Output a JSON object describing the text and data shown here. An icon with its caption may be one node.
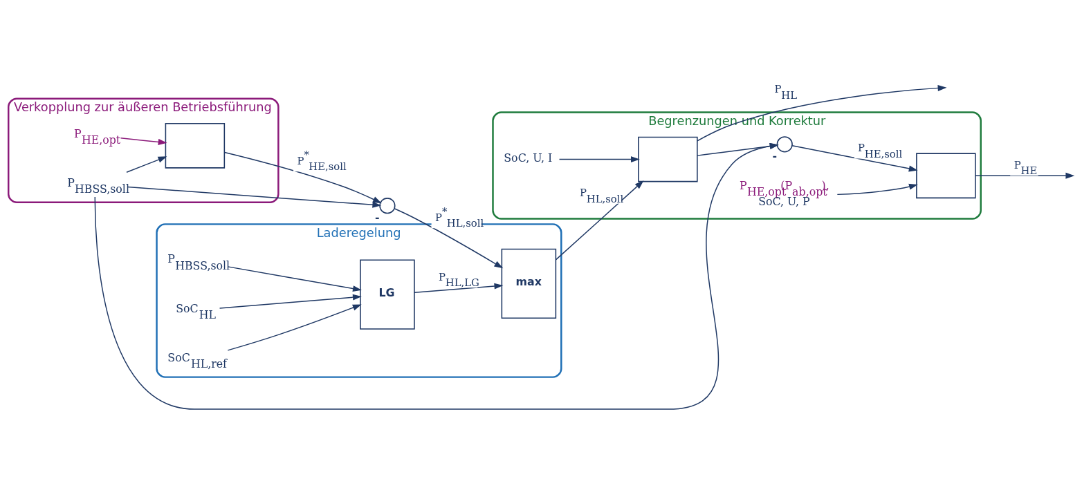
{
  "diagram": {
    "nodes": [
      {
        "text": [
          "Laderegelung"
        ]
      },
      {
        "text": [
          "P$_{HBSS,soll}$"
        ],
        "in": 0
      },
      {
        "text": [
          "SoC$_{HL}$"
        ],
        "in": 0
      },
      {
        "text": [
          "SoC$_{HL,ref}$"
        ],
        "in": 0
      },
      {
        "text": [
          "LG"
        ],
        "in": 0
      },
      {
        "text": [
          "Begrenzungen und Korrektur"
        ]
      },
      {
        "text": [
          "SoC, U, I"
        ],
        "in": 5
      },
      {
        "text": [
          "Verkopplung zur äußeren Betriebsführung"
        ]
      },
      {
        "text": [
          "P$_{HE,opt}$"
        ],
        "in": 7
      },
      {
        "text": [
          "max"
        ],
        "in": 0
      },
      {
        "text": [],
        "shape": "box",
        "in": 5
      },
      {
        "text": [
          "P$_{HBSS,soll}$"
        ],
        "in": 7
      },
      {
        "text": [],
        "shape": "box",
        "in": 7
      },
      {
        "text": [],
        "shape": "circle",
        "beside": [
          "-"
        ]
      },
      {
        "text": [
          "P$_{HE,opt}$(P$_{ab,opt}$),",
          "SoC, U, P"
        ],
        "in": 5
      },
      {
        "text": [],
        "shape": "circle",
        "beside": [
          "-"
        ],
        "in": 5
      },
      {
        "text": [],
        "shape": "box",
        "in": 5
      }
    ],
    "edges": [
      {
        "from": 1,
        "to": 4,
        "arrow": "to"
      },
      {
        "from": 2,
        "to": 4,
        "arrow": "to"
      },
      {
        "from": 3,
        "to": 4,
        "arrow": "to"
      },
      {
        "from": 4,
        "to": 9,
        "arrow": "to",
        "label": "P$_{HL,LG}$"
      },
      {
        "from": 8,
        "to": 12,
        "arrow": "to",
        "color": "#8b1a7a"
      },
      {
        "from": 11,
        "to": 12,
        "arrow": "to"
      },
      {
        "from": 12,
        "to": 13,
        "arrow": "to",
        "label": "P$^{*}$$_{HE,soll}$"
      },
      {
        "from": 11,
        "to": 13,
        "arrow": "to"
      },
      {
        "from": 11,
        "to": 15,
        "arrow": "to"
      },
      {
        "from": 13,
        "to": 9,
        "arrow": "to",
        "label": "P$^{*}$$_{HL,soll}$"
      },
      {
        "from": 9,
        "to": 10,
        "arrow": "to",
        "label": "P$_{HL,soll}$"
      },
      {
        "from": 6,
        "to": 10,
        "arrow": "to"
      },
      {
        "from": 10,
        "to": null,
        "arrow": "to",
        "label": "P$_{HL}$"
      },
      {
        "from": 10,
        "to": 15,
        "arrow": "to"
      },
      {
        "from": 14,
        "to": 16,
        "arrow": "to"
      },
      {
        "from": 15,
        "to": 16,
        "arrow": "to",
        "label": "P$_{HE,soll}$"
      },
      {
        "from": 16,
        "to": null,
        "arrow": "to",
        "label": "P$_{HE}$"
      }
    ]
  }
}
